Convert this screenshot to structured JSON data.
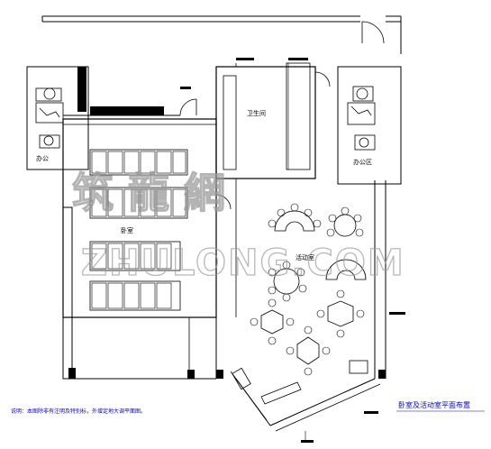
{
  "rooms": {
    "toilet": "卫生间",
    "office_left": "办公",
    "office_right": "办公区",
    "bedroom": "卧室",
    "activity": "活动室"
  },
  "title": "卧室及活动室平面布置",
  "note": "说明：本图除非有注明及特别标，外增定地大调平面图。",
  "watermark": {
    "chinese": "筑  龍  網",
    "latin": "ZHULONG.COM"
  }
}
